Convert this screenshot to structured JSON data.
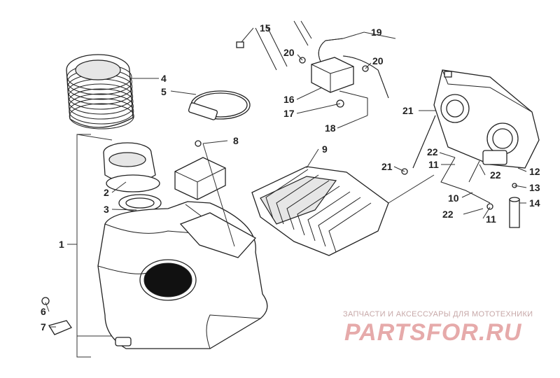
{
  "callouts": [
    "1",
    "2",
    "3",
    "4",
    "5",
    "6",
    "7",
    "8",
    "9",
    "10",
    "11",
    "11",
    "12",
    "13",
    "14",
    "15",
    "16",
    "17",
    "18",
    "19",
    "20",
    "20",
    "21",
    "21",
    "22",
    "22",
    "22"
  ],
  "watermark": {
    "tagline": "ЗАПЧАСТИ И АКСЕССУАРЫ ДЛЯ МОТОТЕХНИКИ",
    "brand": "PARTSFOR.RU"
  }
}
